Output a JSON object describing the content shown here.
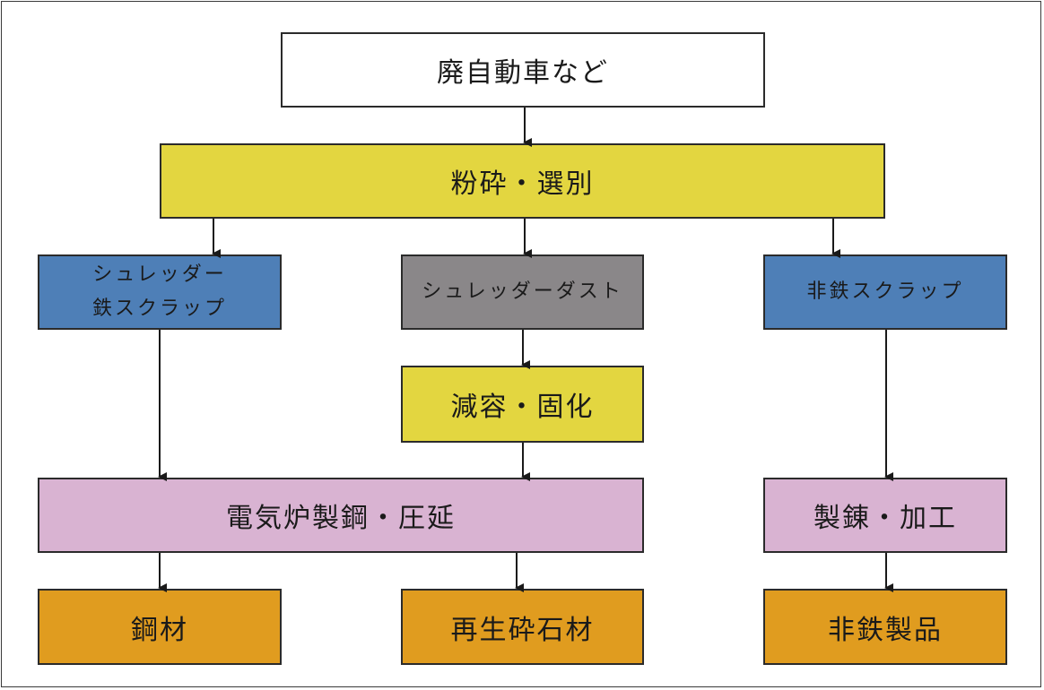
{
  "colors": {
    "white": "#ffffff",
    "yellow": "#e3d640",
    "blue": "#4e7fb7",
    "gray": "#8a8789",
    "pink": "#d9b3d2",
    "orange": "#e09c1f",
    "line": "#1a1a1a"
  },
  "nodes": {
    "scrap_cars": {
      "label": "廃自動車など"
    },
    "shredding": {
      "label": "粉砕・選別"
    },
    "shredder_iron": {
      "line1": "シュレッダー",
      "line2": "鉄スクラップ"
    },
    "shredder_dust": {
      "label": "シュレッダーダスト"
    },
    "nonferrous_scrap": {
      "label": "非鉄スクラップ"
    },
    "volume_reduction": {
      "label": "減容・固化"
    },
    "eaf_steelmaking": {
      "label": "電気炉製鋼・圧延"
    },
    "refining": {
      "label": "製錬・加工"
    },
    "steel": {
      "label": "鋼材"
    },
    "crushed_stone": {
      "label": "再生砕石材"
    },
    "nonferrous_products": {
      "label": "非鉄製品"
    }
  }
}
